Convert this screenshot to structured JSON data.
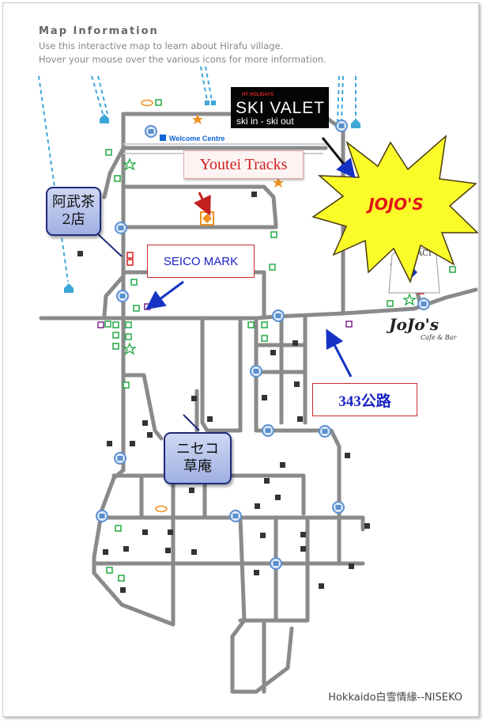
{
  "header": {
    "title": "Map Information",
    "line1": "Use this interactive map to learn about Hirafu village.",
    "line2": "Hover your mouse over the various icons for more information."
  },
  "map_labels": {
    "welcome_centre": "Welcome Centre",
    "ski_valet_small": "HT HOLIDAYS",
    "ski_valet_main": "SKI VALET",
    "ski_valet_tag": "ski in - ski out",
    "youtei_tracks": "Youtei Tracks",
    "jojos_burst": "JOJO'S",
    "seico_mark": "SEICO MARK",
    "route_343": "343公路",
    "abuchya_line1": "阿武茶",
    "abuchya_line2": "2店",
    "niseko_line1": "ニセコ",
    "niseko_line2": "草庵",
    "jojos_logo": "JoJo's",
    "jojos_logo_sub": "Cafe & Bar",
    "annaci_sign": "ANNACI"
  },
  "colors": {
    "road": "#8a8a8a",
    "bus_stop": "#5b8fd0",
    "ski_lift": "#3da7d8",
    "green_marker": "#22aa44",
    "red_marker": "#d32020",
    "purple_marker": "#7a2a8a",
    "accommodation": "#333333",
    "pointer_blue": "#1433c4",
    "pointer_red": "#c21f1f",
    "burst_fill": "#fbfb2a",
    "burst_text": "#e01818"
  },
  "footer": {
    "credit": "Hokkaido白雪情緣--NISEKO"
  }
}
